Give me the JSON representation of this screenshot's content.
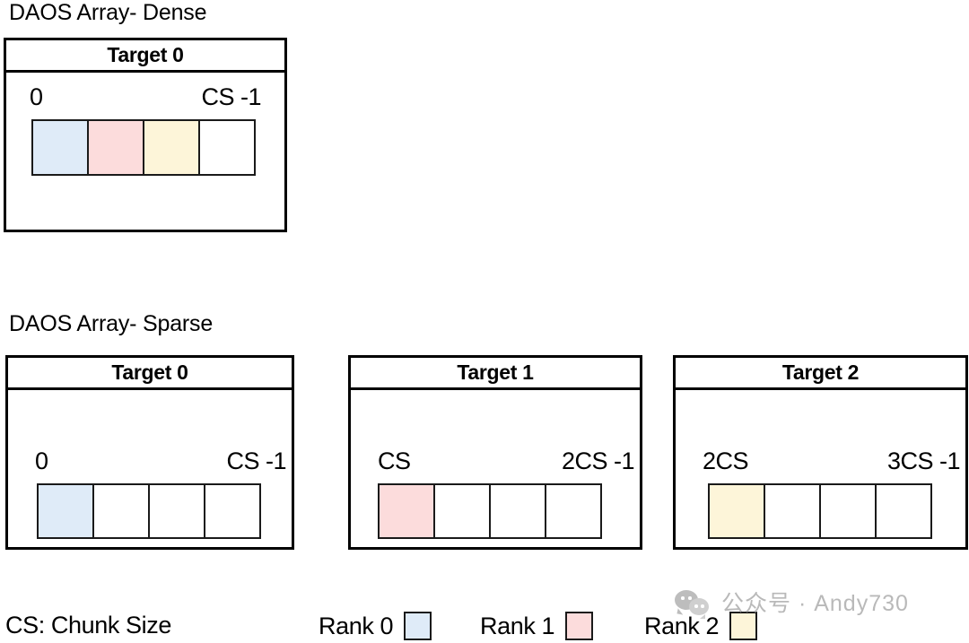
{
  "captions": {
    "dense": "DAOS Array- Dense",
    "sparse": "DAOS Array- Sparse"
  },
  "colors": {
    "rank0": "#dfebf8",
    "rank1": "#fcdcdc",
    "rank2": "#fdf5d9",
    "empty": "#ffffff",
    "stroke": "#1a1a1a",
    "watermark_text": "#b9b9b9"
  },
  "dense": {
    "target": {
      "header": "Target 0",
      "range_start": "0",
      "range_end": "CS -1",
      "cells": [
        {
          "fill": "#dfebf8",
          "rank": "Rank 0"
        },
        {
          "fill": "#fcdcdc",
          "rank": "Rank 1"
        },
        {
          "fill": "#fdf5d9",
          "rank": "Rank 2"
        },
        {
          "fill": "#ffffff",
          "rank": ""
        }
      ]
    }
  },
  "sparse": {
    "targets": [
      {
        "header": "Target 0",
        "range_start": "0",
        "range_end": "CS -1",
        "cells": [
          {
            "fill": "#dfebf8",
            "rank": "Rank 0"
          },
          {
            "fill": "#ffffff",
            "rank": ""
          },
          {
            "fill": "#ffffff",
            "rank": ""
          },
          {
            "fill": "#ffffff",
            "rank": ""
          }
        ]
      },
      {
        "header": "Target 1",
        "range_start": "CS",
        "range_end": "2CS -1",
        "cells": [
          {
            "fill": "#fcdcdc",
            "rank": "Rank 1"
          },
          {
            "fill": "#ffffff",
            "rank": ""
          },
          {
            "fill": "#ffffff",
            "rank": ""
          },
          {
            "fill": "#ffffff",
            "rank": ""
          }
        ]
      },
      {
        "header": "Target 2",
        "range_start": "2CS",
        "range_end": "3CS -1",
        "cells": [
          {
            "fill": "#fdf5d9",
            "rank": "Rank 2"
          },
          {
            "fill": "#ffffff",
            "rank": ""
          },
          {
            "fill": "#ffffff",
            "rank": ""
          },
          {
            "fill": "#ffffff",
            "rank": ""
          }
        ]
      }
    ]
  },
  "legend": {
    "cs_note": "CS: Chunk Size",
    "entries": [
      {
        "label": "Rank 0",
        "color": "#dfebf8"
      },
      {
        "label": "Rank 1",
        "color": "#fcdcdc"
      },
      {
        "label": "Rank 2",
        "color": "#fdf5d9"
      }
    ]
  },
  "watermark": {
    "icon": "wechat-icon",
    "text": "公众号 · Andy730"
  }
}
